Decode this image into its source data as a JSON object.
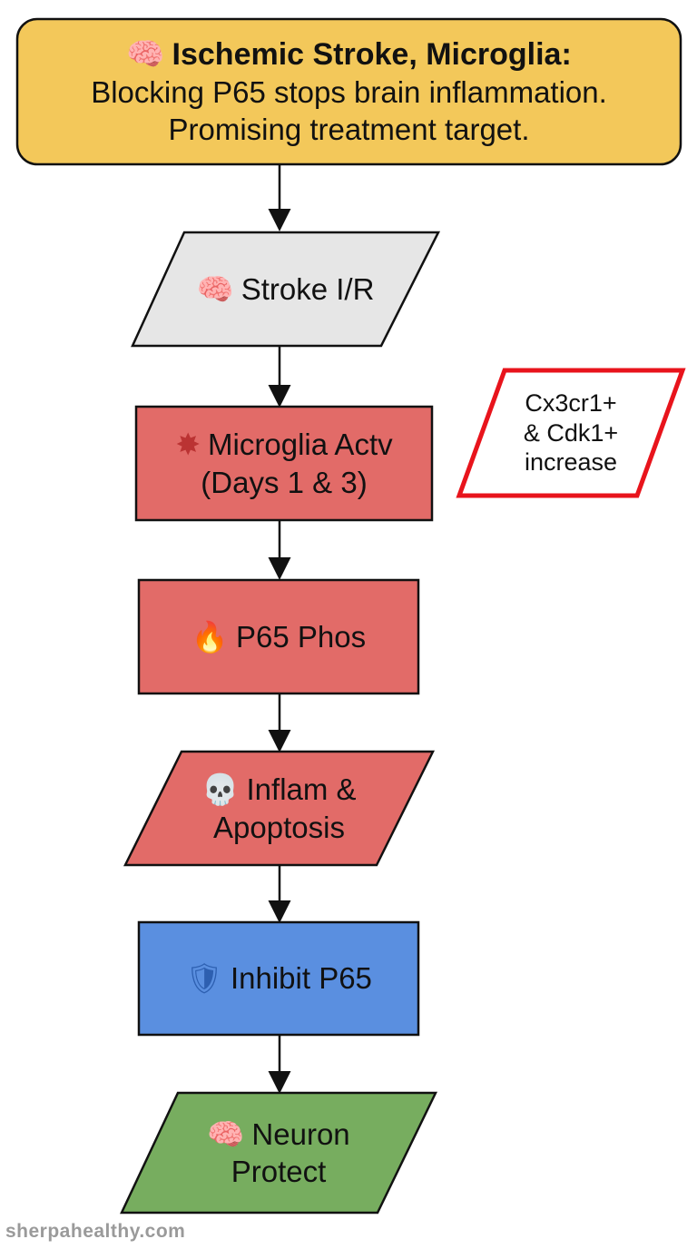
{
  "colors": {
    "title_fill": "#F3C85A",
    "neutral_fill": "#E6E6E6",
    "red_fill": "#E26B68",
    "blue_fill": "#5A8FE0",
    "green_fill": "#77AD5F",
    "note_border": "#E8141C",
    "stroke": "#111111"
  },
  "title": {
    "icon": "brain-icon",
    "icon_glyph": "🧠",
    "line1": "Ischemic Stroke, Microglia:",
    "line2": "Blocking P65 stops brain inflammation.",
    "line3": "Promising treatment target."
  },
  "nodes": {
    "stroke": {
      "icon": "brain-icon",
      "icon_glyph": "🧠",
      "line1": "Stroke I/R"
    },
    "microglia": {
      "icon": "starburst-icon",
      "icon_glyph": "✸",
      "line1": "Microglia Actv",
      "line2": "(Days 1 & 3)"
    },
    "p65_phos": {
      "icon": "fire-icon",
      "icon_glyph": "🔥",
      "line1": "P65 Phos"
    },
    "inflam": {
      "icon": "skull-icon",
      "icon_glyph": "💀",
      "line1": "Inflam &",
      "line2": "Apoptosis"
    },
    "inhibit": {
      "icon": "shield-icon",
      "icon_glyph": "🛡",
      "line1": "Inhibit P65"
    },
    "neuron": {
      "icon": "brain-icon",
      "icon_glyph": "🧠",
      "line1": "Neuron",
      "line2": "Protect"
    }
  },
  "note": {
    "line1": "Cx3cr1+",
    "line2": "& Cdk1+",
    "line3": "increase"
  },
  "watermark": "sherpahealthy.com"
}
